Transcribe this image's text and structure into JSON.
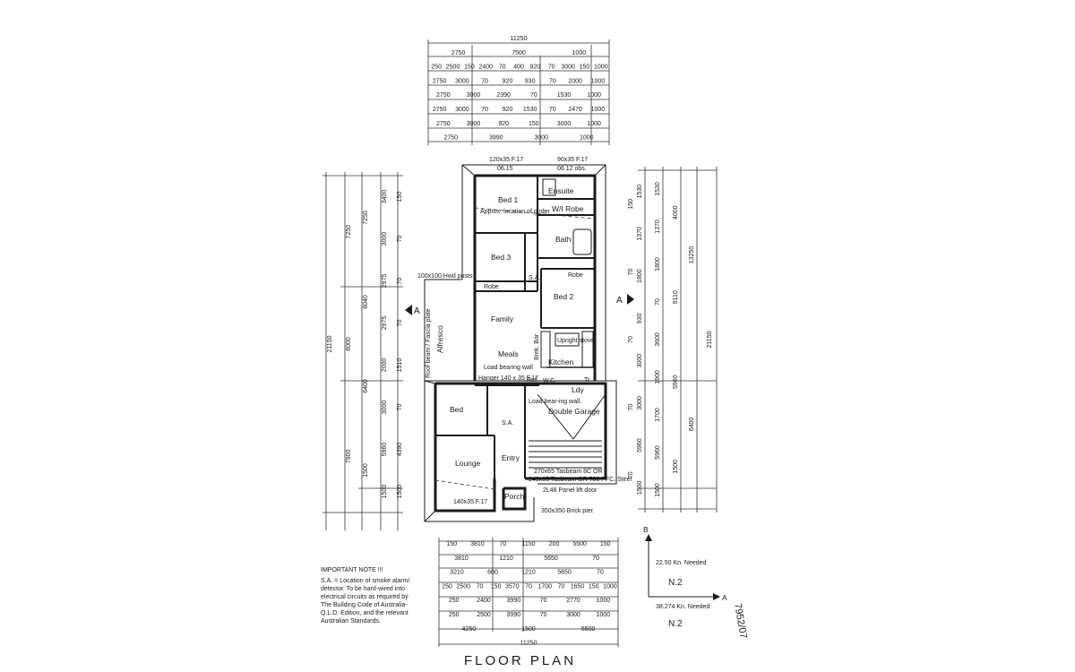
{
  "title": "FLOOR PLAN",
  "rotated_label": "7952/07",
  "top_dimension_rows": [
    [
      "11250"
    ],
    [
      "2750",
      "7500",
      "1000"
    ],
    [
      "250",
      "2500",
      "150",
      "2400",
      "70",
      "400",
      "920",
      "70",
      "3000",
      "150",
      "1000"
    ],
    [
      "2750",
      "3000",
      "70",
      "920",
      "930",
      "70",
      "2000",
      "1000"
    ],
    [
      "2750",
      "3000",
      "2390",
      "70",
      "1530",
      "1000"
    ],
    [
      "2750",
      "3000",
      "70",
      "920",
      "1530",
      "70",
      "2470",
      "1000"
    ],
    [
      "2750",
      "3000",
      "920",
      "150",
      "3000",
      "1000"
    ],
    [
      "2750",
      "3990",
      "3000",
      "1000"
    ]
  ],
  "bottom_dimension_rows": [
    [
      "150",
      "3810",
      "70",
      "1150",
      "200",
      "5500",
      "150"
    ],
    [
      "3810",
      "1210",
      "5650",
      "70"
    ],
    [
      "3210",
      "600",
      "1210",
      "5650",
      "70"
    ],
    [
      "250",
      "2500",
      "70",
      "150",
      "3570",
      "70",
      "1700",
      "70",
      "1650",
      "150",
      "1000"
    ],
    [
      "250",
      "2400",
      "3990",
      "70",
      "2770",
      "1000"
    ],
    [
      "250",
      "2500",
      "3990",
      "70",
      "3000",
      "1000"
    ],
    [
      "4250",
      "1500",
      "5500"
    ],
    [
      "11250"
    ]
  ],
  "left_dimension_cols": [
    [
      "21150"
    ],
    [
      "7250",
      "6000",
      "7900"
    ],
    [
      "7250",
      "6040",
      "6400",
      "1500"
    ],
    [
      "3400",
      "3000",
      "2975",
      "2975",
      "2000",
      "3000",
      "5960",
      "1500"
    ],
    [
      "150",
      "70",
      "70",
      "70",
      "1510",
      "70",
      "4390",
      "1500"
    ]
  ],
  "right_dimension_cols": [
    [
      "21150"
    ],
    [
      "13250",
      "6400"
    ],
    [
      "4000",
      "9110",
      "5960",
      "1500"
    ],
    [
      "1530",
      "1370",
      "1800",
      "70",
      "3600",
      "1900",
      "1700",
      "5960",
      "1500"
    ],
    [
      "1530",
      "1370",
      "1800",
      "930",
      "3000",
      "3000",
      "5960",
      "1500"
    ],
    [
      "150",
      "70",
      "70",
      "70",
      "70"
    ]
  ],
  "rooms": {
    "bed1": "Bed 1",
    "ensuite": "Ensuite",
    "wi_robe": "W/I Robe",
    "bath": "Bath",
    "bed3": "Bed 3",
    "bed2": "Bed 2",
    "robe1": "Robe",
    "robe2": "Robe",
    "family": "Family",
    "meals": "Meals",
    "kitchen": "Kitchen",
    "alfresco": "Alfresco",
    "bed4": "Bed",
    "lounge": "Lounge",
    "entry": "Entry",
    "porch": "Porch",
    "garage": "Double Garage",
    "ldy": "Ldy",
    "wc": "W.C."
  },
  "annotations": {
    "beam_top_left": "120x35 F.17",
    "beam_top_left_2": "06.15",
    "beam_top_right": "90x35 F.17",
    "beam_top_right_2": "06.12 obs.",
    "girder_note": "Approx. location of girder",
    "hwd_posts": "100x100 Hwd posts",
    "alfresco_beam": "Roof beam / Fascia plate",
    "load_bearing": "Load bearing wall",
    "hanger": "Hanger 140 x 35 F.17",
    "load_bearing_2": "Load bear-ing wall.",
    "garage_beam_1": "270x65 Tasbeam 8C OR",
    "garage_beam_2": "240x65 Tasbeam GR 700 PFC. Steel",
    "panel_lift": "2L48 Panel lift door",
    "brick_pier": "350x350 Brick pier.",
    "porch_beam": "140x35 F.17",
    "upright_stove": "Upright stove",
    "brek_bar": "Brek. Bar",
    "ref": "Ref.",
    "tr": "Tr",
    "sa_1": "S.A.",
    "sa_2": "S.A."
  },
  "section_label": "A",
  "north": {
    "label_b": "B",
    "label_a": "A",
    "needed_1": "22.50 Kn. Needed",
    "needed_2": "38.274 Kn. Needed",
    "n_upper": "N.2",
    "n_lower": "N.2"
  },
  "important_note": {
    "heading": "IMPORTANT NOTE !!!",
    "lines": [
      "S.A. = Location of smoke alarm/",
      "detector. To be hard-wired into",
      "electrical circuits as required by",
      "The Building Code of Australia-",
      "Q.L.D. Edition, and the relevant",
      "Australian Standards."
    ]
  }
}
